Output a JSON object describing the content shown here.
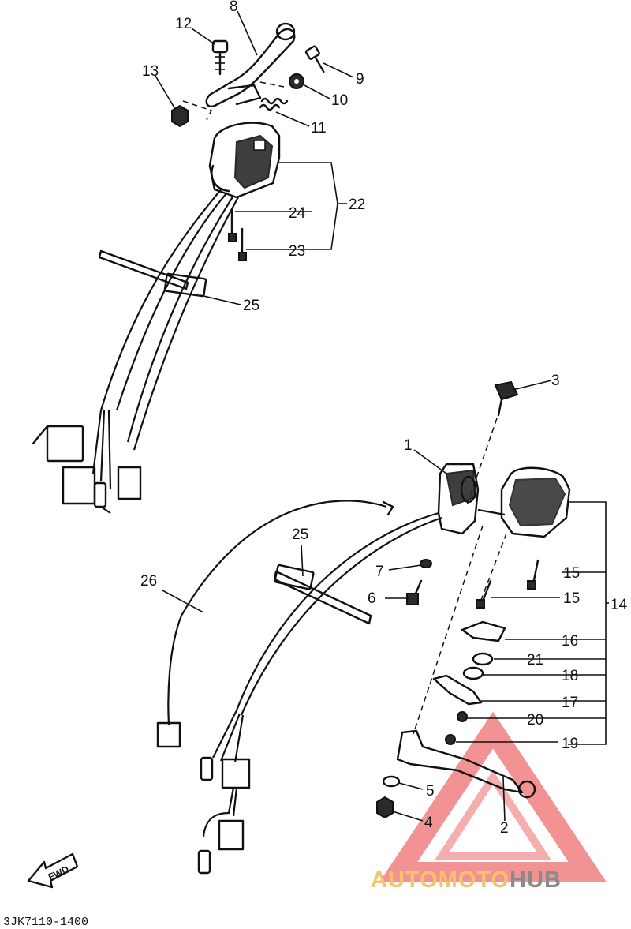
{
  "labels": {
    "l1": "1",
    "l2": "2",
    "l3": "3",
    "l4": "4",
    "l5": "5",
    "l6": "6",
    "l7": "7",
    "l8": "8",
    "l9": "9",
    "l10": "10",
    "l11": "11",
    "l12": "12",
    "l13": "13",
    "l14": "14",
    "l15a": "15",
    "l15b": "15",
    "l16": "16",
    "l17": "17",
    "l18": "18",
    "l19": "19",
    "l20": "20",
    "l21": "21",
    "l22": "22",
    "l23": "23",
    "l24": "24",
    "l25a": "25",
    "l25b": "25",
    "l26": "26"
  },
  "direction_label": "FWD",
  "diagram_code": "3JK7110-1400",
  "watermark": {
    "part1": "AUTOMOTO",
    "part2": "HUB",
    "colors": {
      "primary": "#f08080",
      "secondary": "#f5c36b",
      "dark": "#8a8a8a"
    }
  }
}
